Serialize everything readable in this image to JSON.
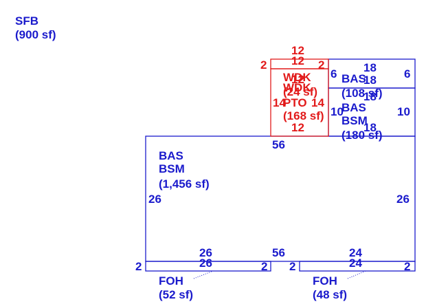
{
  "summary": {
    "name": "SFB",
    "area": "(900 sf)"
  },
  "areas": {
    "bas_main": {
      "line1": "BAS",
      "line2": "BSM",
      "area": "(1,456 sf)",
      "top": "56",
      "bottom": "56",
      "left": "26",
      "right": "26"
    },
    "bas_upper": {
      "line1": "BAS",
      "area": "(108 sf)",
      "top": "18",
      "bottom": "18",
      "left": "6",
      "right": "6"
    },
    "bas_lower": {
      "line1": "BAS",
      "line2": "BSM",
      "area": "(180 sf)",
      "bottom": "18",
      "left": "10",
      "right": "10"
    },
    "wdk": {
      "line1": "WDK",
      "line2": "WDK",
      "area": "(24 sf)",
      "top_a": "12",
      "top_b": "12",
      "left": "2",
      "right": "2",
      "inner": "12"
    },
    "pto": {
      "line1": "PTO",
      "area": "(168 sf)",
      "left": "14",
      "right": "14",
      "bottom": "12"
    },
    "foh_left": {
      "line1": "FOH",
      "area": "(52 sf)",
      "top_a": "26",
      "top_b": "26",
      "left": "2",
      "right": "2"
    },
    "foh_right": {
      "line1": "FOH",
      "area": "(48 sf)",
      "top_a": "24",
      "top_b": "24",
      "left": "2",
      "right": "2"
    }
  },
  "colors": {
    "living": "#1a1acc",
    "exterior": "#e21a1a"
  }
}
